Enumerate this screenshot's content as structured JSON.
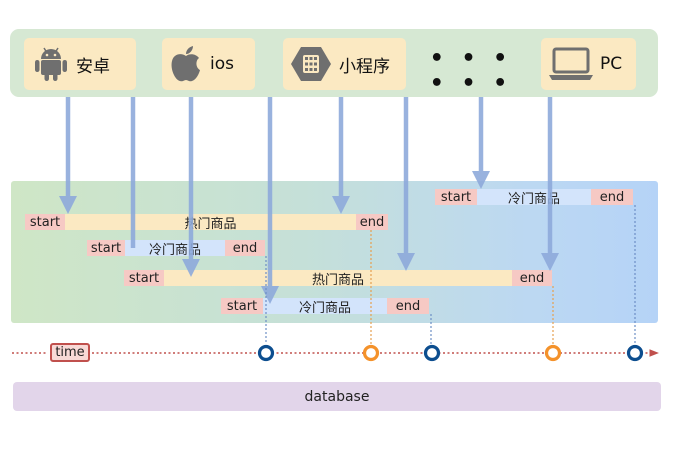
{
  "clients": {
    "android_label": "安卓",
    "ios_label": "ios",
    "miniapp_label": "小程序",
    "more_dots": "• • • • • •",
    "pc_label": "PC"
  },
  "requests": [
    {
      "start": "start",
      "product": "热门商品",
      "end": "end",
      "kind": "hot"
    },
    {
      "start": "start",
      "product": "冷门商品",
      "end": "end",
      "kind": "cold"
    },
    {
      "start": "start",
      "product": "热门商品",
      "end": "end",
      "kind": "hot"
    },
    {
      "start": "start",
      "product": "冷门商品",
      "end": "end",
      "kind": "cold"
    },
    {
      "start": "start",
      "product": "冷门商品",
      "end": "end",
      "kind": "cold"
    }
  ],
  "timeline": {
    "label": "time"
  },
  "database": {
    "label": "database"
  },
  "colors": {
    "arrow": "#8eaadb",
    "cache_hit_marker": "#f4922b",
    "request_marker": "#0d4e8f",
    "timeline_line": "#c0504d"
  }
}
